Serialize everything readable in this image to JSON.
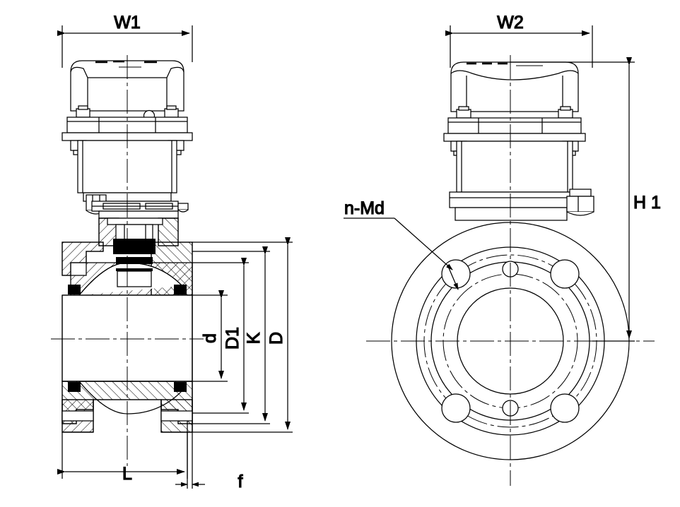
{
  "drawing": {
    "title": "Flanged ball valve with electric actuator - dimensional drawing",
    "type": "engineering-drawing",
    "background_color": "#ffffff",
    "line_color": "#000000",
    "views": [
      {
        "name": "front-section-view",
        "position": "left",
        "description": "Front elevation, valve body shown in cross-section with actuator mounted on top"
      },
      {
        "name": "side-flange-face-view",
        "position": "right",
        "description": "Side view showing circular flange face with bolt holes and actuator above"
      }
    ]
  },
  "dimensions": {
    "w1": {
      "label": "W1",
      "view": "front-section-view",
      "orientation": "horizontal",
      "position": "top",
      "measures": "actuator overall width"
    },
    "w2": {
      "label": "W2",
      "view": "side-flange-face-view",
      "orientation": "horizontal",
      "position": "top",
      "measures": "actuator overall depth"
    },
    "h1": {
      "label": "H 1",
      "view": "side-flange-face-view",
      "orientation": "vertical",
      "position": "right",
      "measures": "overall height from centerline to actuator top"
    },
    "d_bore": {
      "label": "d",
      "view": "front-section-view",
      "orientation": "vertical",
      "position": "right",
      "measures": "valve bore diameter"
    },
    "d1": {
      "label": "D1",
      "view": "front-section-view",
      "orientation": "vertical",
      "position": "right",
      "measures": "flange raised face diameter"
    },
    "k": {
      "label": "K",
      "view": "front-section-view",
      "orientation": "vertical",
      "position": "right",
      "measures": "bolt circle diameter"
    },
    "d_flange": {
      "label": "D",
      "view": "front-section-view",
      "orientation": "vertical",
      "position": "right",
      "measures": "flange outside diameter"
    },
    "l": {
      "label": "L",
      "view": "front-section-view",
      "orientation": "horizontal",
      "position": "bottom",
      "measures": "face to face length"
    },
    "f": {
      "label": "f",
      "view": "front-section-view",
      "orientation": "horizontal",
      "position": "bottom-right",
      "measures": "raised face height"
    }
  },
  "annotations": {
    "bolt_holes": {
      "label": "n-Md",
      "view": "side-flange-face-view",
      "underlined": true,
      "leader": "arrow pointing to upper-left bolt hole",
      "meaning": "number of bolt holes n, thread size Md"
    }
  },
  "flange_face": {
    "bolt_hole_count_large": 4,
    "bolt_hole_count_small": 2,
    "circles": [
      "flange outside diameter",
      "raised face",
      "bolt circle",
      "bore"
    ]
  }
}
